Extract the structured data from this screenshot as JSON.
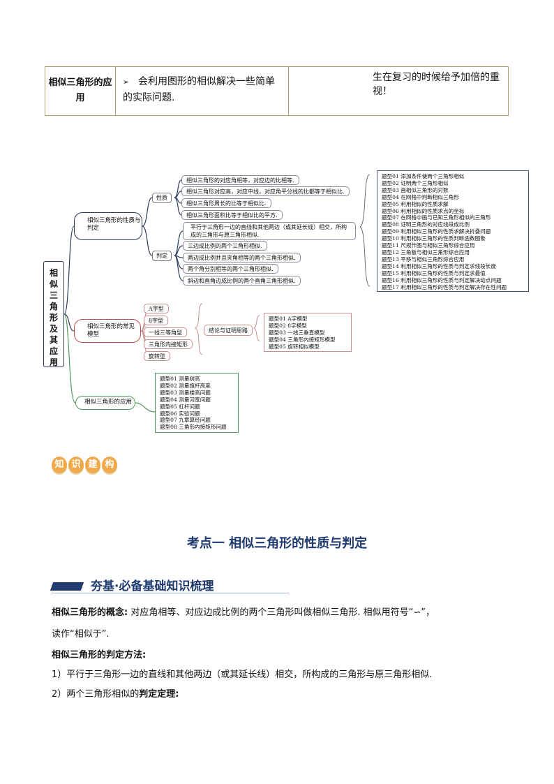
{
  "table": {
    "col1": "相似三角形的应用",
    "bullet": "➢",
    "col2": "会利用图形的相似解决一些简单的实际问题.",
    "col3": "生在复习的时候给予加倍的重视！"
  },
  "mindmap": {
    "root": "相似三角形及其应用",
    "branchA": {
      "label": "相似三角形的性质与判定",
      "properties_label": "性质",
      "properties": [
        "相似三角形的对应角相等，对应边的比相等.",
        "相似三角形对应高，对应中线，对应角平分线的比都等于相似比.",
        "相似三角形周长的比等于相似比.",
        "相似三角形面积比等于相似比的平方."
      ],
      "criteria_label": "判定",
      "criteria": [
        "平行于三角形一边的直线和其他两边（或其延长线）相交，所构成的三角形与原三角形相似.",
        "三边成比例的两个三角形相似.",
        "两边成比例并且夹角相等的两个三角形相似.",
        "两个角分别相等的两个三角形相似.",
        "斜边和直角边成比例的两个直角三角形相似."
      ],
      "topics": [
        "题型01 添加条件使两个三角形相似",
        "题型02 证明两个三角形相似",
        "题型03 画相似三角形的对数",
        "题型04 在网格中判断相似三角形",
        "题型05 利用相似的性质求解",
        "题型06 利用相似的性质求点的坐标",
        "题型07 在网格中画与已知三角形相似的三角形",
        "题型08 证明三角形的对应线段成比例",
        "题型09 利用相似三角形的性质求解决折叠问题",
        "题型10 利用相似三角形的性质判断函数图象",
        "题型11 尺规作图与相似三角形综合应用",
        "题型12 三角板与相似三角形综合应用",
        "题型13 平移与相似三角形综合应用",
        "题型14 利用相似三角形的性质与判定求线段长度",
        "题型15 利用相似三角形的性质与判定求最值",
        "题型16 利用相似三角形的性质与判定解决动点问题",
        "题型17 利用相似三角形的性质与判定解决存在性问题"
      ]
    },
    "branchB": {
      "label": "相似三角形的常见模型",
      "models": [
        "A字型",
        "8字型",
        "一线三等角型",
        "三角形内接矩形",
        "旋转型"
      ],
      "mid_label": "结论与证明思路",
      "topics": [
        "题型01 A字模型",
        "题型02 8字模型",
        "题型03 一线三垂直模型",
        "题型04 三角形内接矩形模型",
        "题型05 旋转相似模型"
      ]
    },
    "branchC": {
      "label": "相似三角形的应用",
      "topics": [
        "题型01 测量树高",
        "题型02 测量旗杆高度",
        "题型03 测量楼高问题",
        "题型04 测量河宽问题",
        "题型05 杠杆问题",
        "题型06 实验问题",
        "题型07 九章算经问题",
        "题型08 三角形内接矩形问题"
      ]
    }
  },
  "badge": [
    "知",
    "识",
    "建",
    "构"
  ],
  "kaodian_title": "考点一 相似三角形的性质与判定",
  "section_title": "夯基·必备基础知识梳理",
  "body": {
    "p1_bold": "相似三角形的概念:",
    "p1_rest": " 对应角相等、对应边成比例的两个三角形叫做相似三角形. 相似用符号“∽”，",
    "p1_line2": "读作“相似于”.",
    "p2_bold": "相似三角形的判定方法:",
    "p3": "1）平行于三角形一边的直线和其他两边（或其延长线）相交，所构成的三角形与原三角形相似.",
    "p4_pre": "2）两个三角形相似的",
    "p4_bold": "判定定理:"
  },
  "colors": {
    "accent": "#1e3a6e",
    "badge": "#f0a94a",
    "red": "#c0504d",
    "green": "#4e9a5a",
    "border": "#b79a6a"
  }
}
